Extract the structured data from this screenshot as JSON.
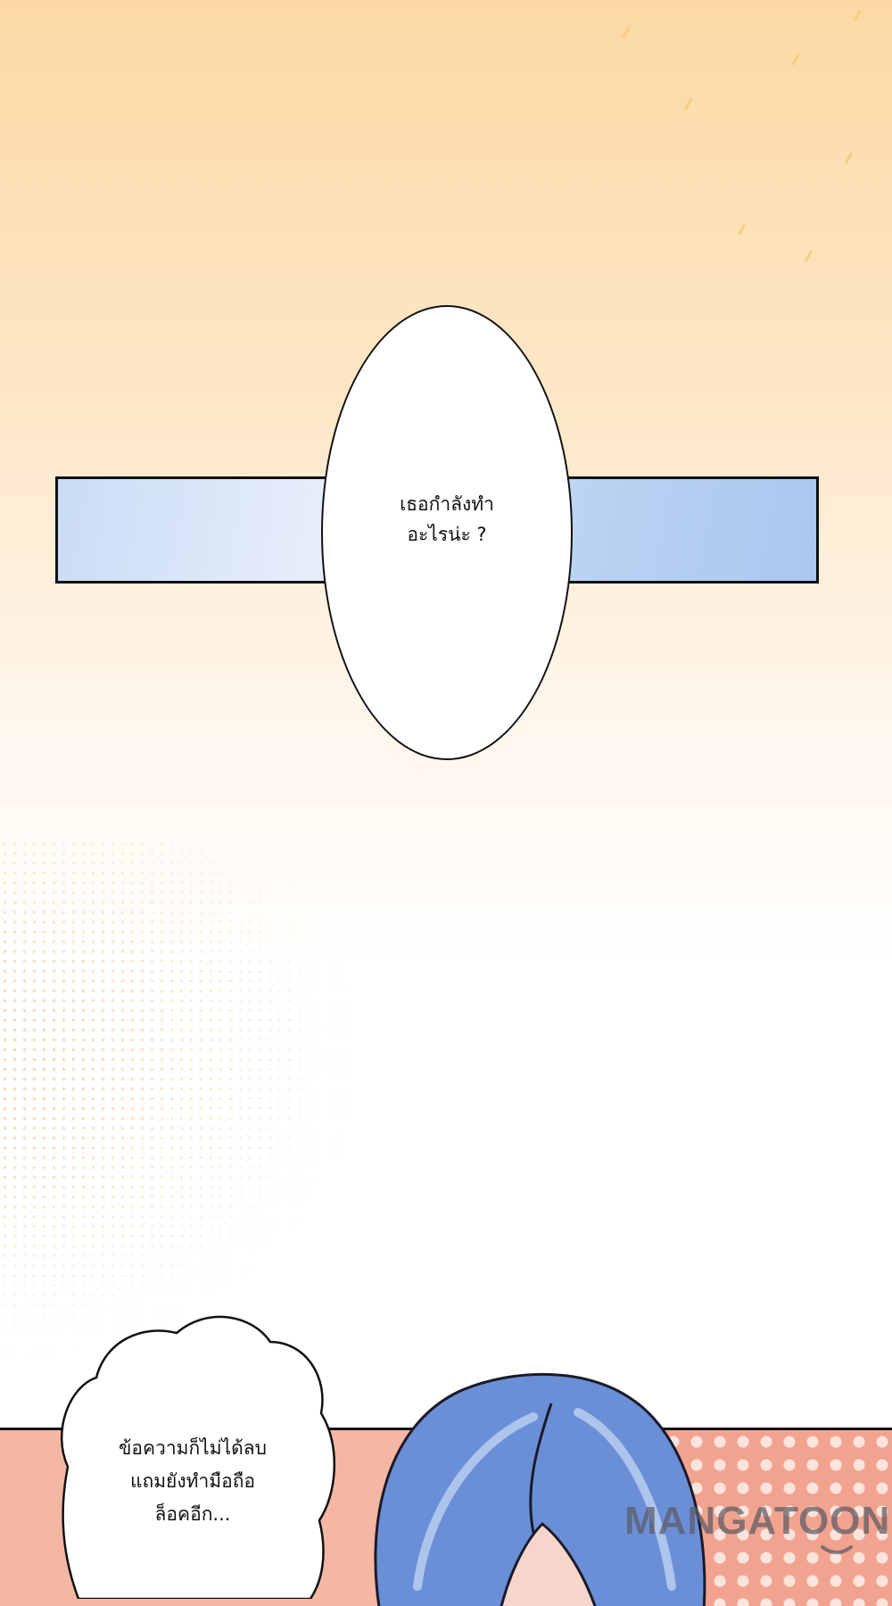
{
  "speech_bubble_top": {
    "text": "เธอกำลังทำ\nอะไรน่ะ ?"
  },
  "speech_bubble_bottom": {
    "text": "ข้อความก็ไม่ได้ลบ\nแถมยังทำมือถือ\nล็อคอีก..."
  },
  "watermark": {
    "text": "MANGATOON"
  },
  "colors": {
    "panel_blue": "#b9d2f3",
    "bottom_bg": "#f4b7a3",
    "hair_blue": "#6b8fd6"
  }
}
